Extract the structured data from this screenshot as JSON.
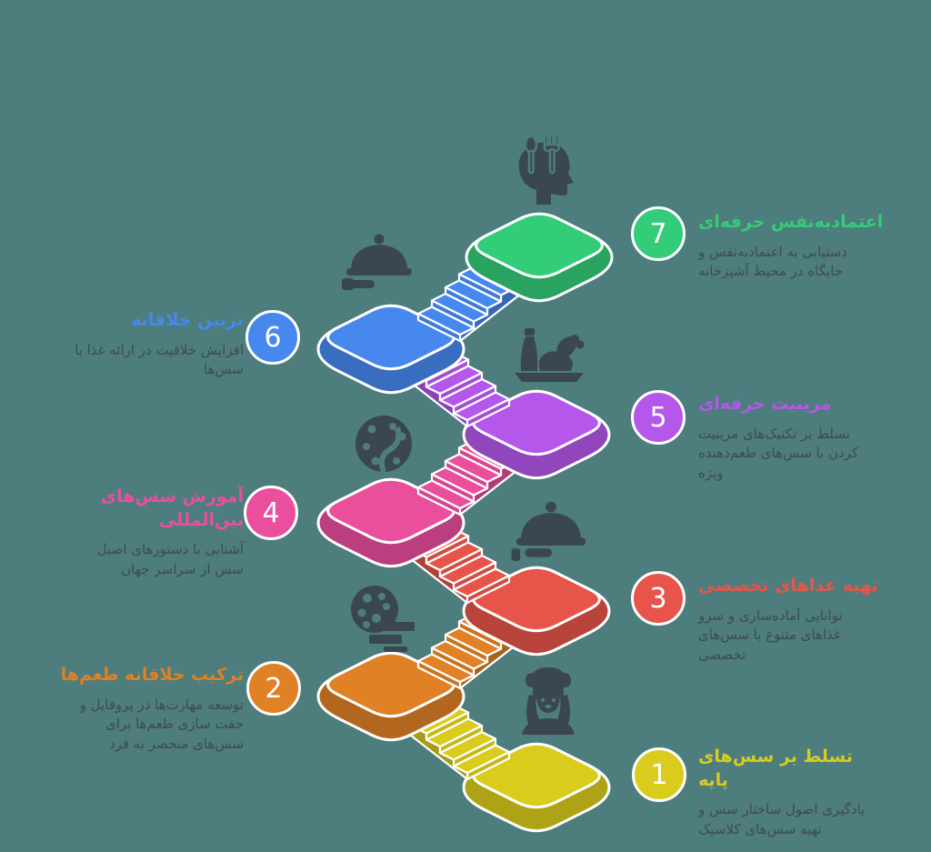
{
  "background_color": "#4d7d7c",
  "description_text_color": "#3e4b55",
  "icon_color": "#3b4750",
  "outline_color": "#ffffff",
  "steps": [
    {
      "number": "1",
      "title": "تسلط بر سس‌های\nپایه",
      "description": "یادگیری اصول ساختار سس و\nتهیه سس‌های کلاسیک",
      "color": "#d9cc1d",
      "icon": "female-chef-icon",
      "side": "right"
    },
    {
      "number": "2",
      "title": "ترکیب خلاقانه طعم‌ها",
      "description": "توسعه مهارت‌ها در پروفایل و\nجفت سازی طعم‌ها برای\nسس‌های منحصر به فرد",
      "color": "#e08125",
      "icon": "cookie-icon",
      "side": "left"
    },
    {
      "number": "3",
      "title": "تهیه غذاهای تخصصی",
      "description": "توانایی آماده‌سازی و سرو\nغذاهای متنوع با سس‌های\nتخصصی",
      "color": "#e7554a",
      "icon": "serving-cloche-icon",
      "side": "right"
    },
    {
      "number": "4",
      "title": "آموزش سس‌های\nبین‌المللی",
      "description": "آشنایی با دستورهای اصیل\nسس از سراسر جهان",
      "color": "#ea4f9e",
      "icon": "pizza-icon",
      "side": "left"
    },
    {
      "number": "5",
      "title": "مرینیت حرفه‌ای",
      "description": "تسلط بر تکنیک‌های مرینیت\nکردن با سس‌های طعم‌دهنده\nویژه",
      "color": "#b557ea",
      "icon": "roast-chicken-icon",
      "side": "right"
    },
    {
      "number": "6",
      "title": "تزیین خلاقانه",
      "description": "افزایش خلاقیت در ارائه غذا با\nسس‌ها",
      "color": "#4788ef",
      "icon": "serving-cloche-icon",
      "side": "left"
    },
    {
      "number": "7",
      "title": "اعتمادبه‌نفس حرفه‌ای",
      "description": "دستیابی به اعتمادبه‌نفس و\nجایگاه در محیط آشپزخانه",
      "color": "#33cc78",
      "icon": "head-gastronomy-icon",
      "side": "right"
    }
  ]
}
